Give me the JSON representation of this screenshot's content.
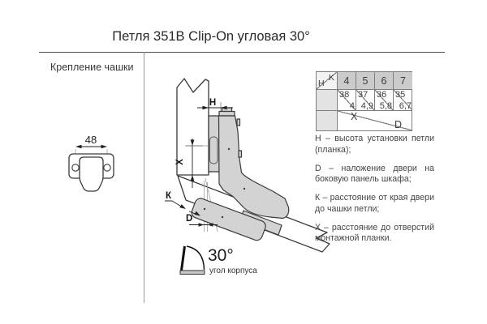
{
  "header": {
    "title": "Петля 351B Clip-On угловая 30°"
  },
  "left_panel": {
    "heading": "Крепление чашки",
    "cup_width": "48"
  },
  "diagram": {
    "h_label": "H",
    "x_label": "X",
    "k_label": "К",
    "d_label": "D",
    "angle_value": "30°",
    "angle_caption": "угол корпуса"
  },
  "table": {
    "corner_top": "K",
    "corner_bottom": "H",
    "k_values": [
      "4",
      "5",
      "6",
      "7"
    ],
    "x_values": [
      "38",
      "37",
      "36",
      "35"
    ],
    "d_values": [
      "4",
      "4,9",
      "5,8",
      "6,7"
    ],
    "x_label": "X",
    "d_label": "D"
  },
  "legend": {
    "items": [
      "H – высота установки петли (планка);",
      "D – наложение двери на боковую панель шкафа;",
      "К – расстояние от края двери до чашки петли;",
      "X – расстояние до отверстий монтажной планки."
    ]
  },
  "colors": {
    "rule_dark": "#4d4d4d",
    "rule_light": "#9a9a9a",
    "table_header_bg": "#cbcbcb",
    "table_side_bg": "#e3e3e3",
    "hinge_fill": "#d3d3d3",
    "line": "#3a3a3a"
  }
}
